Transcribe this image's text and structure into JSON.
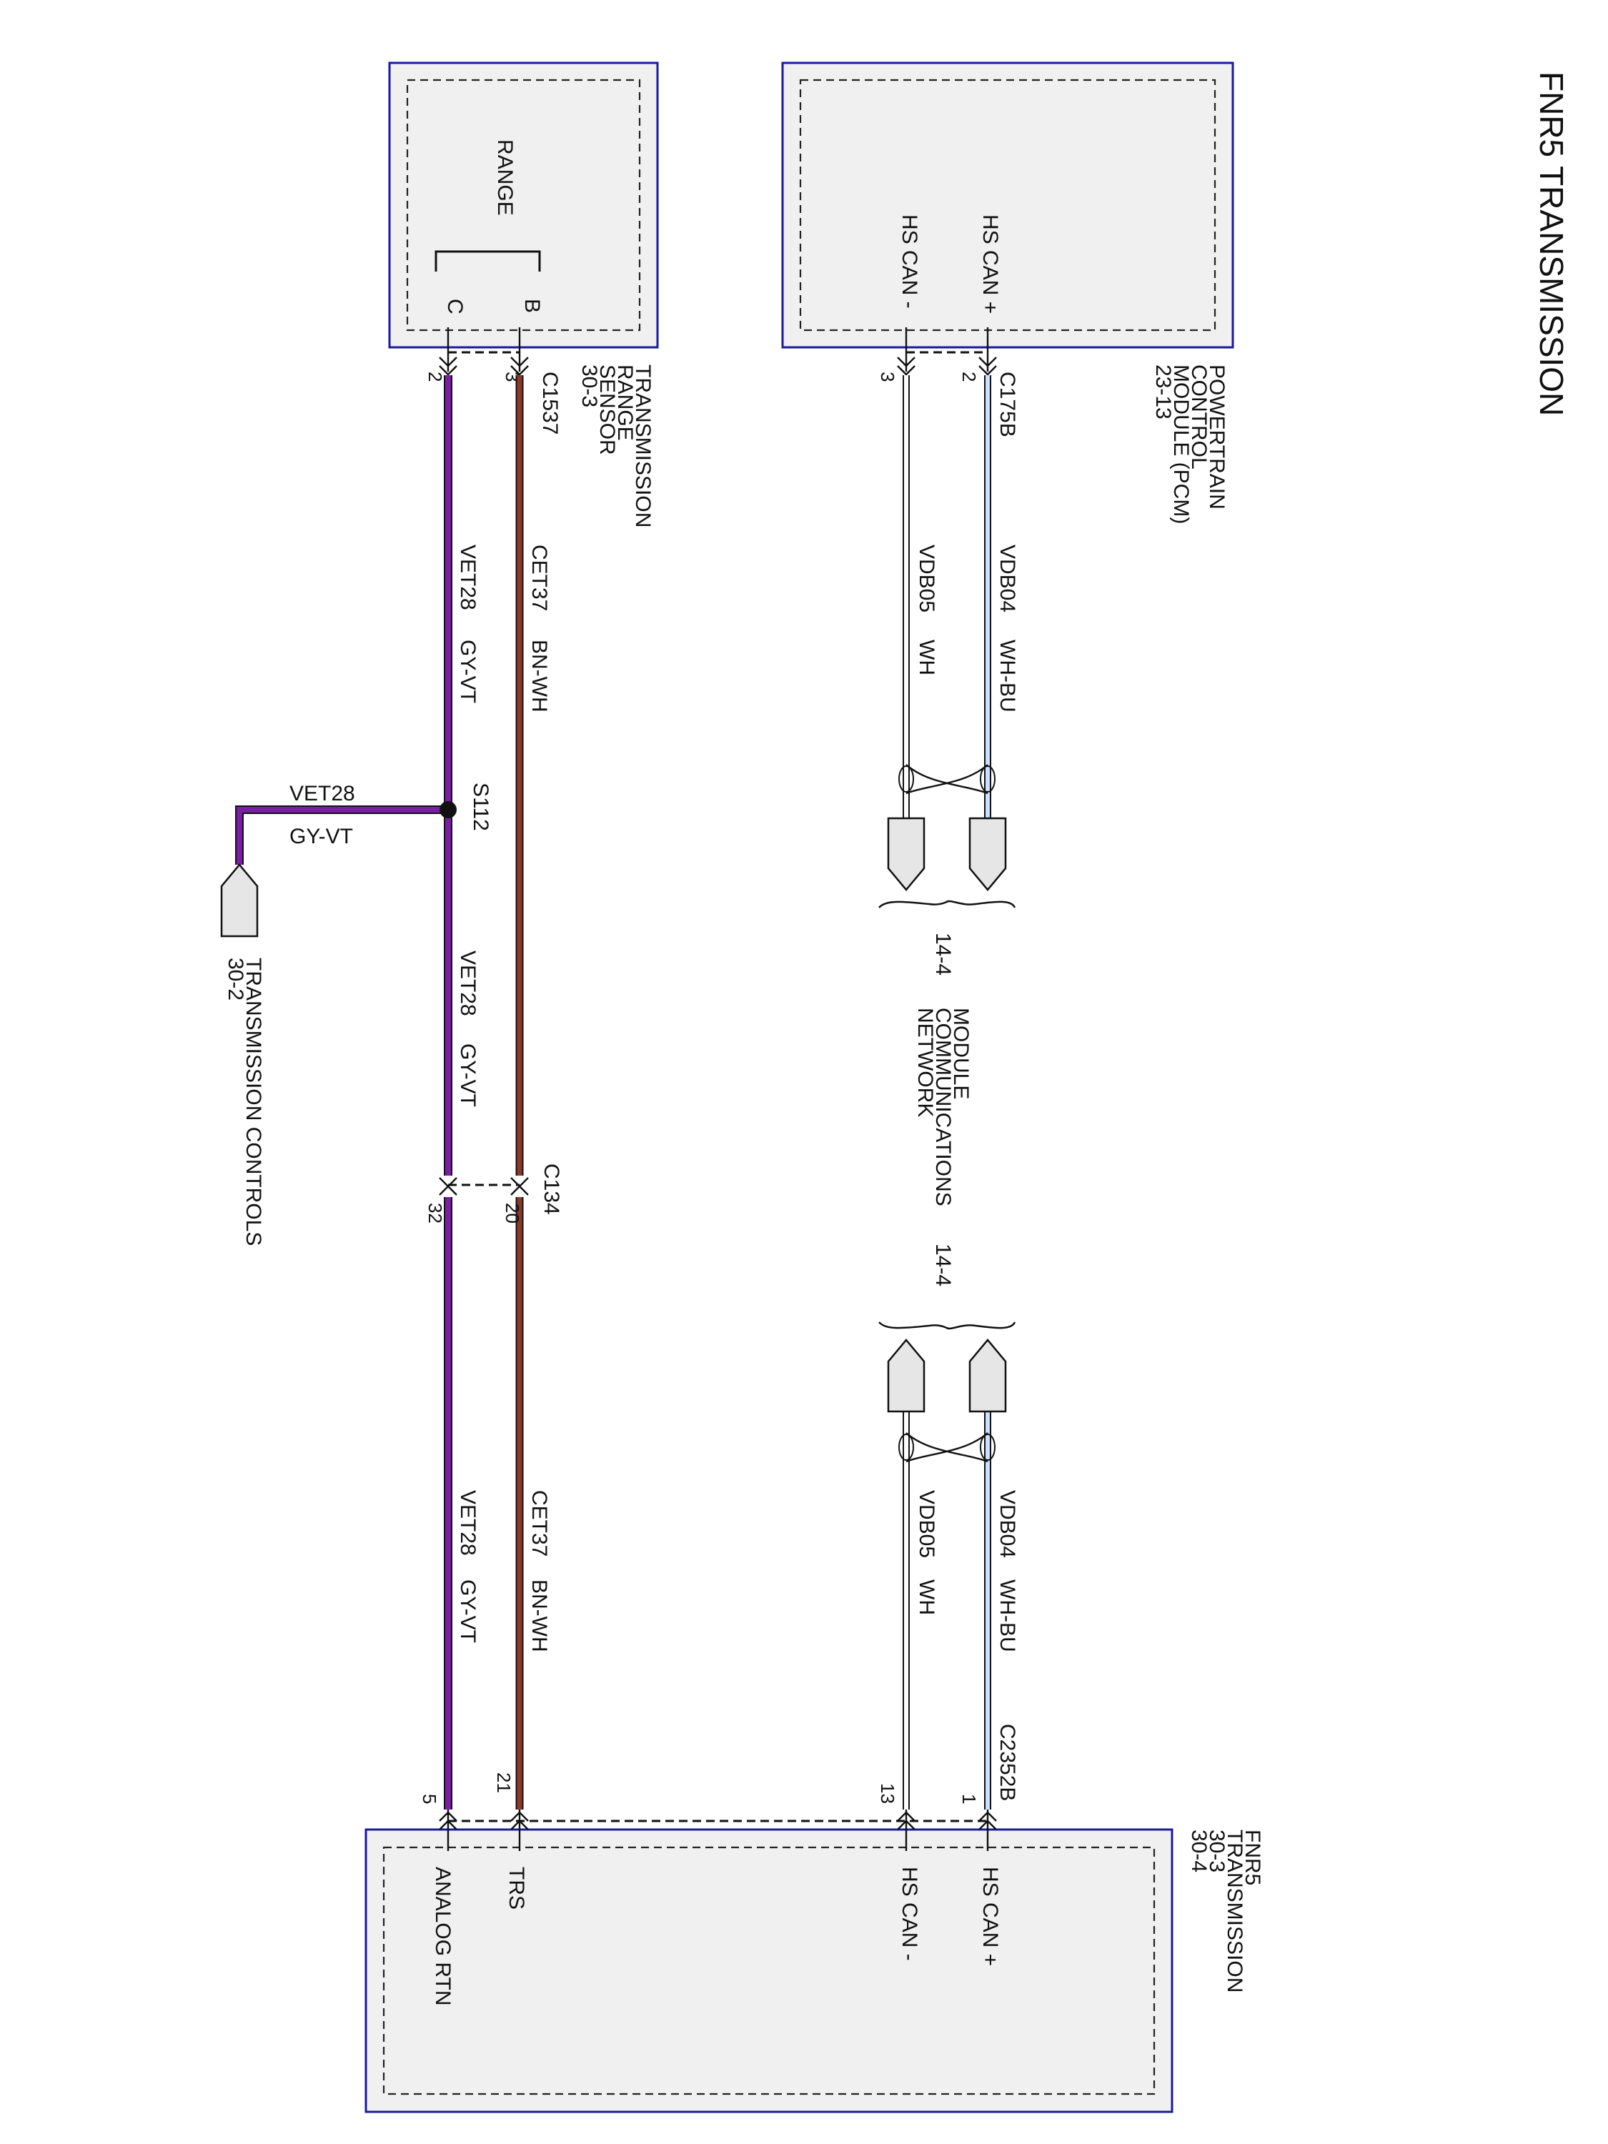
{
  "title": "FNR5 TRANSMISSION",
  "colors": {
    "box_border": "#1a1a9e",
    "box_fill": "#f0f0f0",
    "wire_bn_wh": "#8b3a2a",
    "wire_gy_vt": "#7a1fa2",
    "wire_wh": "#ffffff",
    "wire_wh_bu": "#cfe0ff"
  },
  "components": {
    "pcm": {
      "name_lines": [
        "POWERTRAIN",
        "CONTROL",
        "MODULE (PCM)",
        "23-13"
      ],
      "pins": [
        "HS CAN +",
        "HS CAN -"
      ],
      "connector": "C175B",
      "pin_numbers": [
        "2",
        "3"
      ]
    },
    "trs": {
      "name_lines": [
        "TRANSMISSION",
        "RANGE",
        "SENSOR",
        "30-3"
      ],
      "switch_label": "RANGE",
      "pins": [
        "B",
        "C"
      ],
      "connector": "C1537",
      "pin_numbers": [
        "3",
        "2"
      ]
    },
    "tcm": {
      "name_lines": [
        "FNR5",
        "TRANSMISSION",
        "30-3",
        "30-4"
      ],
      "pins": [
        "HS CAN +",
        "HS CAN -",
        "TRS",
        "ANALOG RTN"
      ],
      "connector": "C2352B",
      "pin_numbers": [
        "1",
        "13",
        "21",
        "5"
      ]
    }
  },
  "network": {
    "ref_top": "14-4",
    "ref_bottom": "14-4",
    "label_lines": [
      "MODULE",
      "COMMUNICATIONS",
      "NETWORK"
    ]
  },
  "inline_connector": {
    "name": "C134",
    "pin_numbers": [
      "20",
      "32"
    ]
  },
  "splice": {
    "name": "S112",
    "branch_circuit": "VET28",
    "branch_color": "GY-VT",
    "dest_lines": [
      "TRANSMISSION CONTROLS",
      "30-2"
    ]
  },
  "wires": {
    "can_plus": {
      "circuit": "VDB04",
      "color": "WH-BU"
    },
    "can_minus": {
      "circuit": "VDB05",
      "color": "WH"
    },
    "trs_signal": {
      "circuit": "CET37",
      "color": "BN-WH"
    },
    "analog_rtn": {
      "circuit": "VET28",
      "color": "GY-VT"
    }
  }
}
